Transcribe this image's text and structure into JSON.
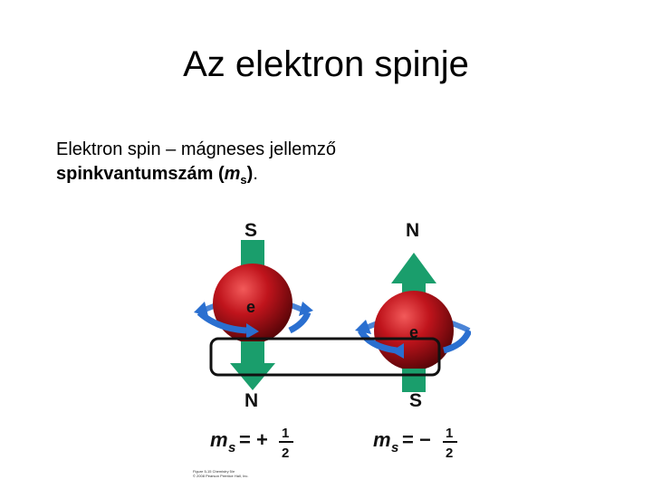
{
  "slide": {
    "title": "Az elektron spinje",
    "line1": "Elektron spin – mágneses jellemző",
    "line2_bold": "spinkvantumszám",
    "line2_open": " (",
    "line2_var": "m",
    "line2_sub": "s",
    "line2_close": ")",
    "line2_tail": "."
  },
  "figure": {
    "left": {
      "pole_top": "S",
      "pole_bottom": "N",
      "electron": "e",
      "ms": "m",
      "ms_sub": "s",
      "eq": "= +",
      "num": "1",
      "den": "2"
    },
    "right": {
      "pole_top": "N",
      "pole_bottom": "S",
      "electron": "e",
      "ms": "m",
      "ms_sub": "s",
      "eq": "= −",
      "num": "1",
      "den": "2"
    },
    "credit_line1": "Figure 5-15 Chemistry 5/e",
    "credit_line2": "© 2008 Pearson Prentice Hall, Inc.",
    "colors": {
      "arrow_green": "#1a9e6c",
      "sphere_red": "#c0141c",
      "orbit_blue": "#2a6fd0"
    }
  }
}
